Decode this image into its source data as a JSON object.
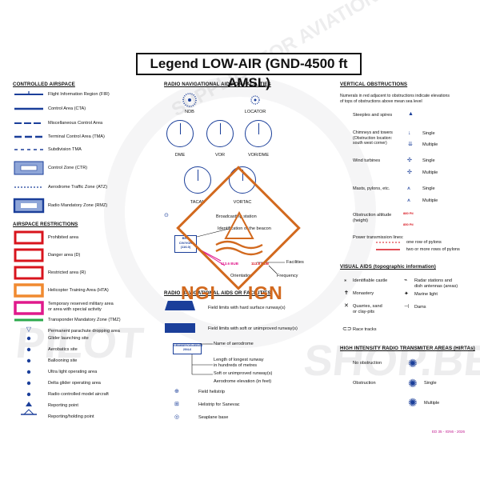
{
  "title": "Legend LOW-AIR (GND-4500 ft AMSL)",
  "watermark": {
    "left": "PILOT",
    "right": "SHOP.BE",
    "arc": "SUPPLIES FOR AVIATION"
  },
  "stamp": {
    "text1": "NGI",
    "text2": "IGN"
  },
  "controlled": {
    "heading": "CONTROLLED AIRSPACE",
    "items": [
      "Flight Information Region (FIR)",
      "Control Area (CTA)",
      "Miscellaneous Control Area",
      "Terminal Control Area (TMA)",
      "Subdivision TMA",
      "Control Zone (CTR)",
      "Aerodrome Traffic Zone (ATZ)",
      "Radio Mandatory Zone (RMZ)"
    ]
  },
  "restrictions": {
    "heading": "AIRSPACE RESTRICTIONS",
    "items": [
      "Prohibited area",
      "Danger area (D)",
      "Restricted area (R)",
      "Helicopter Training Area (HTA)",
      "Temporary reserved military area\nor area with special activity",
      "Transponder Mandatory Zone (TMZ)",
      "Permanent parachute dropping area",
      "Glider launching site",
      "Aerobatics site",
      "Ballooning site",
      "Ultra light operating area",
      "Delta glider operating area",
      "Radio controlled model aircraft",
      "Reporting point",
      "Reporting/holding point"
    ]
  },
  "radionav": {
    "heading": "RADIO NAVIGATIONAL AIDS OR FACILITIES",
    "ndb": "NDB",
    "locator": "LOCATOR",
    "dials": [
      "DME",
      "VOR",
      "VOR/DME",
      "TACAN",
      "VORTAC"
    ],
    "broadcasting": "Broadcasting station",
    "ident": "Identification of the beacon",
    "box_label": "BRU\nCIV/VOR\n(116.0)",
    "facilities": "Facilities",
    "frequency": "Frequency",
    "orientation": "Orientation",
    "magenta_label": "113.6 BUB",
    "red_label": "113.8 BUB"
  },
  "aerodromes": {
    "heading": "RADIO NAVIGATIONAL AIDS OR FACILITIES",
    "hard": "Field limits with hard surface runway(s)",
    "soft": "Field limits with soft or unimproved runway(s)",
    "name_box": "GRIMBERGEN/EBGB\n20/4-6",
    "name": "Name of aerodrome",
    "length": "Length of longest runway\nin hundreds of metres",
    "softr": "Soft or unimproved runway(s)",
    "elev": "Aerodrome elevation (in feet)",
    "field": "Field helistrip",
    "heli": "Helistrip for Sanevac",
    "seaplane": "Seaplane base"
  },
  "vertical": {
    "heading": "VERTICAL OBSTRUCTIONS",
    "intro": "Numerals in red adjacent to obstructions indicate elevations\nof tops of obstructions above mean sea level",
    "steeples": "Steeples and spires",
    "chimneys": "Chimneys and towers\n(Obstruction location:\nsouth west corner)",
    "wind": "Wind turbines",
    "masts": "Masts, pylons, etc.",
    "altitude": "Obstruction altitude\n(height)",
    "single": "Single",
    "multiple": "Multiple",
    "power": "Power transmission lines:",
    "one": "one row of pylons",
    "two": "two or more rows of pylons",
    "alt_vals": [
      "880 Ftl",
      "850 Ftl"
    ]
  },
  "visual": {
    "heading": "VISUAL AIDS (topographic information)",
    "castle": "Identifiable castle",
    "monastery": "Monastery",
    "quarries": "Quarries, sand\nor clay-pits",
    "radar": "Radar stations and\ndish antennas (areas)",
    "marine": "Marine light",
    "dams": "Dams",
    "race": "Race tracks"
  },
  "hirta": {
    "heading": "HIGH INTENSITY RADIO TRANSMITER AREAS (HIRTAs)",
    "noobs": "No obstruction",
    "obs": "Obstruction",
    "single": "Single",
    "multiple": "Multiple"
  },
  "footer": "ED 35 - IGN6 - 2026",
  "colors": {
    "blue": "#1b3f9a",
    "red": "#d8141d",
    "magenta": "#e0198c",
    "orange": "#f08a30",
    "green": "#2aa84a",
    "stamp": "#d2691e"
  }
}
